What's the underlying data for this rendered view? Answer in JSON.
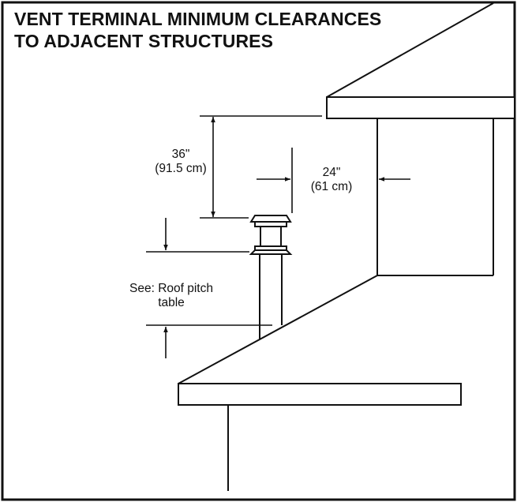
{
  "title": {
    "line1": "VENT TERMINAL MINIMUM CLEARANCES",
    "line2": "TO ADJACENT STRUCTURES"
  },
  "dimensions": {
    "vertical_clearance": {
      "imperial": "36\"",
      "metric": "(91.5 cm)"
    },
    "horizontal_clearance": {
      "imperial": "24\"",
      "metric": "(61 cm)"
    },
    "roof_pitch_note": {
      "line1": "See: Roof pitch",
      "line2": "table"
    }
  },
  "colors": {
    "line": "#111111",
    "background": "#ffffff"
  }
}
